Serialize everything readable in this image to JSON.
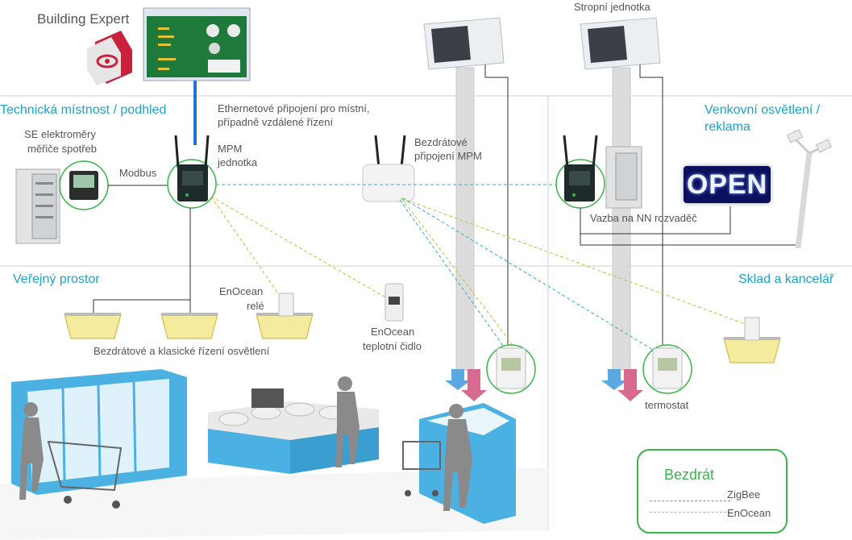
{
  "app": {
    "title": "Building Expert"
  },
  "sections": {
    "tech_room": "Technická místnost / podhled",
    "outdoor_line1": "Venkovní osvětlení /",
    "outdoor_line2": "reklama",
    "public_space": "Veřejný prostor",
    "warehouse": "Sklad a kancelář"
  },
  "labels": {
    "roof_unit": "Stropní jednotka",
    "ethernet_line1": "Ethernetové připojení pro místní,",
    "ethernet_line2": "případně vzdálené řízení",
    "meters_line1": "SE elektroměry",
    "meters_line2": "měřiče spotřeb",
    "modbus": "Modbus",
    "mpm_line1": "MPM",
    "mpm_line2": "jednotka",
    "wireless_mpm_line1": "Bezdrátové",
    "wireless_mpm_line2": "připojení MPM",
    "nn_link": "Vazba na NN rozvaděč",
    "enocean_relay_line1": "EnOcean",
    "enocean_relay_line2": "relé",
    "enocean_sensor_line1": "EnOcean",
    "enocean_sensor_line2": "teplotní čidlo",
    "lighting_control": "Bezdrátové a klasické řízení  osvětlení",
    "thermostat": "termostat",
    "open_sign": "OPEN"
  },
  "legend": {
    "title": "Bezdrát",
    "zigbee": "ZigBee",
    "enocean": "EnOcean"
  },
  "colors": {
    "accent_blue": "#1ba3c9",
    "green": "#3ab54a",
    "zigbee_line": "#3aa8d0",
    "enocean_line": "#b8c63a",
    "ethernet": "#1f77c9"
  }
}
